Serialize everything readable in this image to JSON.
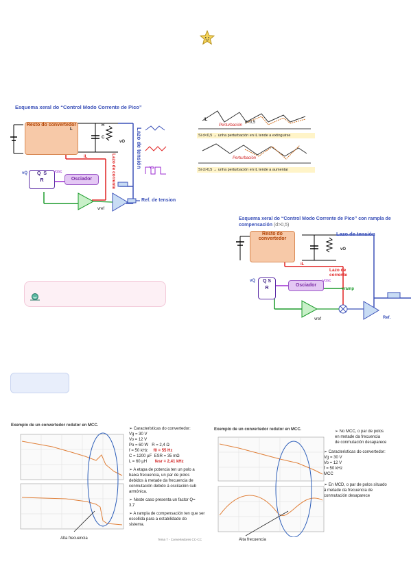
{
  "header": {
    "star_icon": "star-icon"
  },
  "panel_left": {
    "title": "Esquema xeral do “Control Modo Corrente de Pico”",
    "block_converter": "Resto do convertedor",
    "block_oscillator": "Osciador",
    "block_q": "Q",
    "block_s": "S",
    "block_r": "R",
    "label_loop_current": "Lazo de corrente",
    "label_loop_voltage": "Lazo de tensión",
    "label_ref": "Ref. de tension",
    "label_r": "R",
    "label_c": "C",
    "label_l": "L",
    "label_vo": "vO",
    "label_vq": "vQ",
    "label_vosc": "vosc",
    "label_vref": "vref",
    "label_il": "iL",
    "label_vs": "vs"
  },
  "panel_waves": {
    "label_perturb_1": "Perturbación",
    "label_perturb_2": "Perturbación",
    "label_il": "iL",
    "label_d1": "d<0,5",
    "caption_1": "Si d<0,5 → unha perturbación en iL tende a extinguirse",
    "caption_2": "Si d>0,5 → unha perturbación en iL tende a aumentar"
  },
  "panel_right": {
    "title": "Esquema xeral do “Control Modo Corrente de Pico” con rampla de compensación",
    "title_suffix": "(d>0,5)",
    "block_converter": "Resto do convertedor",
    "block_oscillator": "Osciador",
    "label_loop_voltage": "Lazo de tensión",
    "label_loop_current": "Lazo de corrente",
    "label_ramp": "vramp",
    "label_ref": "Ref.",
    "label_vo": "vO",
    "label_vq": "vQ",
    "label_vref": "vref",
    "label_il": "iL",
    "label_vosc": "vosc"
  },
  "bottom_left": {
    "title": "Exemplo de un convertedor redutor en MCC.",
    "specs": [
      "➢ Caracteristicas do convertedor:",
      "Vg = 30 V",
      "Vo = 12 V",
      "Po = 60 W",
      "R = 2,4 Ω",
      "f = 50 kHz",
      "C = 1200 µF",
      "ESR = 35 mΩ",
      "L = 60 µH"
    ],
    "f0": "f0 = 55 Hz",
    "fesr": "fesr = 2,41 kHz",
    "bullet_2": [
      "➢ A etapa de potencia ten un polo a",
      "baixa frecuencia, un par de polos",
      "debidos á metade da frecuencia de",
      "conmutación debido á oscilación sub",
      "armónica."
    ],
    "bullet_3": [
      "➢ Neste caso presenta un factor Q=",
      "3,7"
    ],
    "bullet_4": [
      "➢ A rampla de compensación ten que ser",
      "escollida para a estabilidade do",
      "sistema."
    ],
    "annotation": "Alta frecuencia",
    "footer": "Tema 7 - Convertedores CC-CC"
  },
  "bottom_right": {
    "title": "Exemplo de un convertedor redutor en MCC.",
    "note_top": [
      "➢ No MCC, o par de polos",
      "en metade da frecuencia",
      "de conmutación desaparece"
    ],
    "specs": [
      "➢ Caracteristicas do convertedor:",
      "Vg = 30 V",
      "Vo = 12 V",
      "f = 50 kHz",
      "MCC"
    ],
    "bullet_2": [
      "➢ En MCD, o par de polos situado",
      "á metade da frecuencia de",
      "conmutación desaparece"
    ],
    "annotation": "Alta frecuencia"
  },
  "colors": {
    "accent_blue": "#3a50b8",
    "converter_orange": "#f7c9a8",
    "oscillator_purple": "#e4c8f4",
    "note_pink": "#fdf0f5",
    "tab_blue": "#e8eefb",
    "curve": "#e0803a",
    "ellipse": "#2a5cb8",
    "red_param": "#d02020"
  }
}
